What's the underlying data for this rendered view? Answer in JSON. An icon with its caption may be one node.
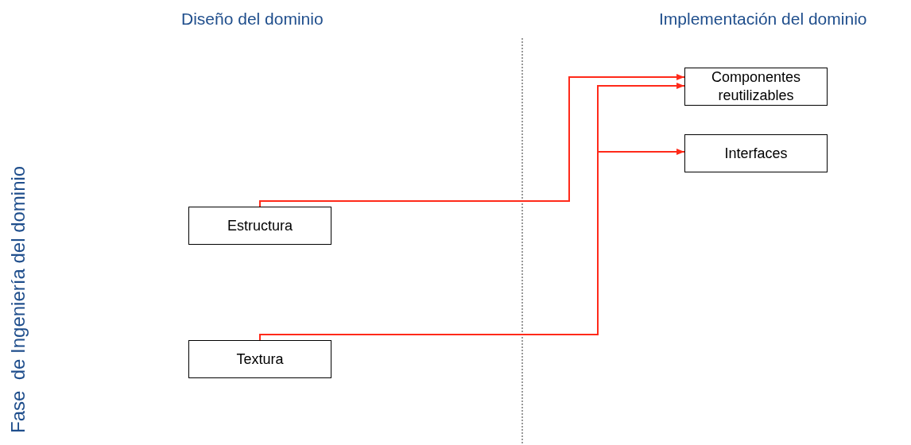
{
  "diagram": {
    "nodes": [
      {
        "text": [
          "Estructura"
        ]
      },
      {
        "text": [
          "Textura"
        ]
      },
      {
        "text": [
          "Componentes reutilizables"
        ]
      },
      {
        "text": [
          "Interfaces"
        ]
      }
    ],
    "edges": [
      {
        "from": 0,
        "to": 2,
        "arrow": "to"
      },
      {
        "from": 1,
        "to": 2,
        "arrow": "to"
      },
      {
        "from": 1,
        "to": 3,
        "arrow": "to"
      }
    ],
    "labels": [
      "Diseño del dominio",
      "Implementación del dominio",
      "Fase  de Ingeniería del dominio"
    ]
  }
}
